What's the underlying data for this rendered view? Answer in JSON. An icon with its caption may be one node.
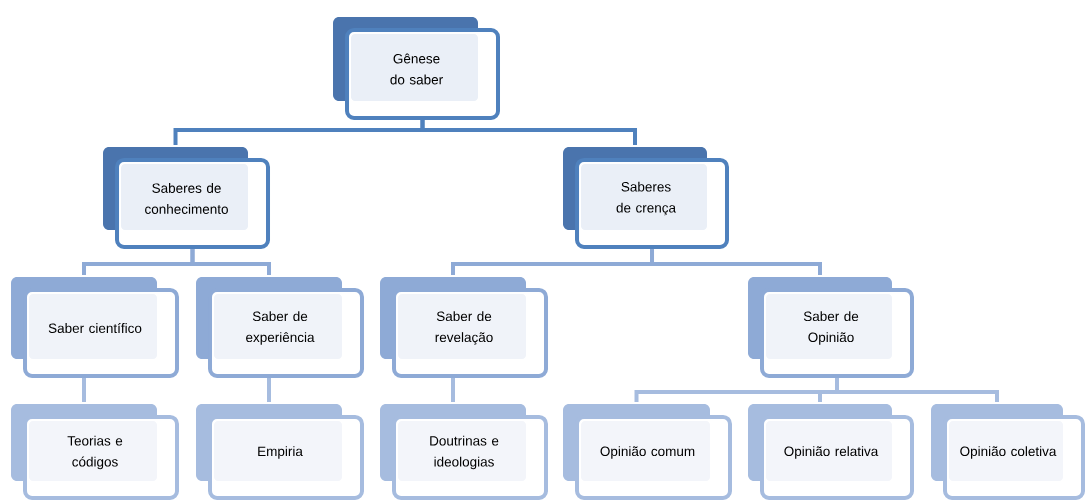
{
  "diagram": {
    "nodes": [
      {
        "text": [
          "Gênese do saber"
        ]
      },
      {
        "text": [
          "Saberes de conhecimento"
        ]
      },
      {
        "text": [
          "Saberes de crença"
        ]
      },
      {
        "text": [
          "Saber científico"
        ]
      },
      {
        "text": [
          "Saber de experiência"
        ]
      },
      {
        "text": [
          "Saber de revelação"
        ]
      },
      {
        "text": [
          "Saber de Opinião"
        ]
      },
      {
        "text": [
          "Teorias e códigos"
        ]
      },
      {
        "text": [
          "Empiria"
        ]
      },
      {
        "text": [
          "Doutrinas e ideologias"
        ]
      },
      {
        "text": [
          "Opinião comum"
        ]
      },
      {
        "text": [
          "Opinião relativa"
        ]
      },
      {
        "text": [
          "Opinião coletiva"
        ]
      }
    ],
    "edges": [
      {
        "from": 0,
        "to": 1,
        "arrow": "none"
      },
      {
        "from": 0,
        "to": 2,
        "arrow": "none"
      },
      {
        "from": 1,
        "to": 3,
        "arrow": "none"
      },
      {
        "from": 1,
        "to": 4,
        "arrow": "none"
      },
      {
        "from": 2,
        "to": 5,
        "arrow": "none"
      },
      {
        "from": 2,
        "to": 6,
        "arrow": "none"
      },
      {
        "from": 3,
        "to": 7,
        "arrow": "none"
      },
      {
        "from": 4,
        "to": 8,
        "arrow": "none"
      },
      {
        "from": 5,
        "to": 9,
        "arrow": "none"
      },
      {
        "from": 6,
        "to": 10,
        "arrow": "none"
      },
      {
        "from": 6,
        "to": 11,
        "arrow": "none"
      },
      {
        "from": 6,
        "to": 12,
        "arrow": "none"
      }
    ]
  }
}
